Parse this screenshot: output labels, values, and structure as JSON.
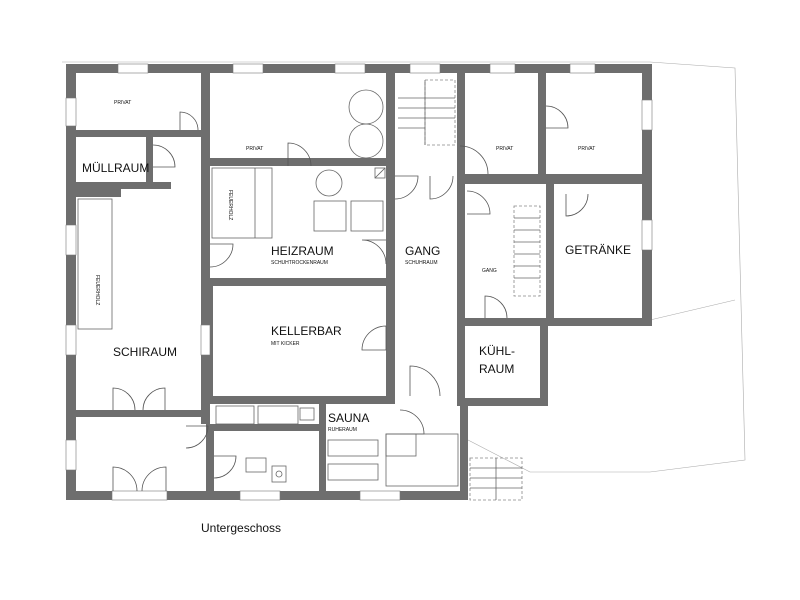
{
  "title": "Untergeschoss",
  "rooms": {
    "privat_nw": "PRIVAT",
    "muellraum": "MÜLLRAUM",
    "privat_top": "PRIVAT",
    "feuerholz_1": "FEUERHOLZ",
    "feuerholz_2": "FEUERHOLZ",
    "heizraum": "HEIZRAUM",
    "schuhtrockenraum": "SCHUHTROCKENRAUM",
    "gang_main": "GANG",
    "schuhraum": "SCHUHRAUM",
    "privat_ne1": "PRIVAT",
    "privat_ne2": "PRIVAT",
    "gang_small": "GANG",
    "getraenke": "GETRÄNKE",
    "schiraum": "SCHIRAUM",
    "kellerbar": "KELLERBAR",
    "mit_kicker": "MIT KICKER",
    "kuehl_line1": "KÜHL-",
    "kuehl_line2": "RAUM",
    "sauna": "SAUNA",
    "ruheraum": "RUHERAUM"
  }
}
